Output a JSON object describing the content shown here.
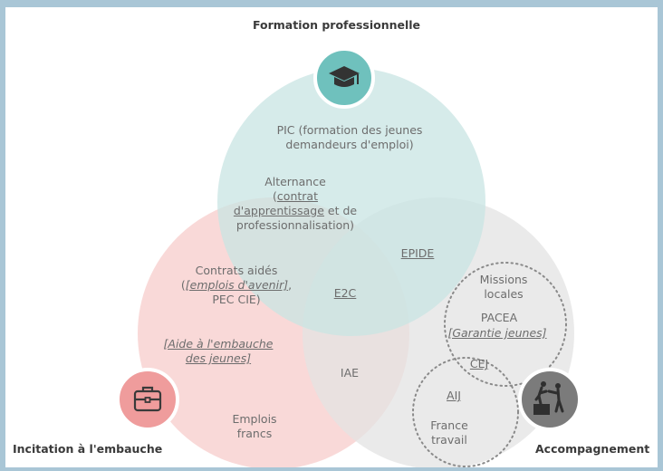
{
  "titles": {
    "top": "Formation professionnelle",
    "left": "Incitation à l'embauche",
    "right": "Accompagnement"
  },
  "icons": {
    "top": "graduation-cap-icon",
    "left": "briefcase-icon",
    "right": "helping-hand-climb-icon"
  },
  "colors": {
    "top_circle": "#c8e4e3",
    "left_circle": "#f8d2d1",
    "right_circle": "#e3e3e3",
    "top_icon": "#6fc1bd",
    "left_icon": "#ef9c9c",
    "right_icon": "#7b7b7b"
  },
  "items": {
    "pic_line1": "PIC (formation des jeunes",
    "pic_line2": "demandeurs d'emploi)",
    "alternance_line1": "Alternance",
    "alternance_open": "(",
    "alternance_contrat": "contrat",
    "alternance_apprentissage": "d'apprentissage",
    "alternance_et_de": " et de",
    "alternance_line4": "professionnalisation)",
    "epide": "EPIDE",
    "contrats_line1": "Contrats aidés",
    "contrats_open": "(",
    "contrats_emplois": "[emplois d'avenir]",
    "contrats_comma": ",",
    "contrats_line3": "PEC CIE)",
    "e2c": "E2C",
    "aide_line1": "[Aide à l'embauche",
    "aide_line2": "des jeunes]",
    "iae": "IAE",
    "emplois_line1": "Emplois",
    "emplois_line2": "francs",
    "missions_line1": "Missions",
    "missions_line2": "locales",
    "pacea": "PACEA",
    "garantie": "[Garantie jeunes]",
    "cej": "CEJ",
    "aij": "AIJ",
    "ft_line1": "France",
    "ft_line2": "travail"
  }
}
